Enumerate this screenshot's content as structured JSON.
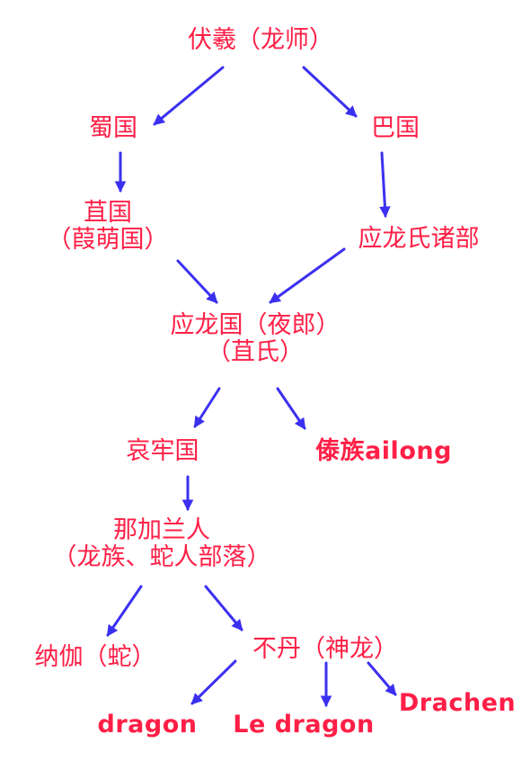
{
  "colors": {
    "text": "#ff1f46",
    "arrow": "#3b30f0",
    "background": "#ffffff"
  },
  "nodes": {
    "fuxi": {
      "line1": "伏羲（龙师）"
    },
    "shu": {
      "line1": "蜀国"
    },
    "ba": {
      "line1": "巴国"
    },
    "ju": {
      "line1": "苴国",
      "line2": "（葭萌国）"
    },
    "yinglong_clans": {
      "line1": "应龙氏诸部"
    },
    "yinglong_kingdom": {
      "line1": "应龙国（夜郎）",
      "line2": "（苴氏）"
    },
    "ailao": {
      "line1": "哀牢国"
    },
    "dai": {
      "line1": "傣族ailong"
    },
    "naga_people": {
      "line1": "那加兰人",
      "line2": "（龙族、蛇人部落）"
    },
    "naga": {
      "line1": "纳伽（蛇）"
    },
    "budan": {
      "line1": "不丹（神龙）"
    },
    "dragon_en": {
      "line1": "dragon"
    },
    "dragon_fr": {
      "line1": "Le dragon"
    },
    "drachen_de": {
      "line1": "Drachen"
    }
  },
  "edges": [
    {
      "from": "fuxi",
      "to": "shu"
    },
    {
      "from": "fuxi",
      "to": "ba"
    },
    {
      "from": "shu",
      "to": "ju"
    },
    {
      "from": "ba",
      "to": "yinglong_clans"
    },
    {
      "from": "ju",
      "to": "yinglong_kingdom"
    },
    {
      "from": "yinglong_clans",
      "to": "yinglong_kingdom"
    },
    {
      "from": "yinglong_kingdom",
      "to": "ailao"
    },
    {
      "from": "yinglong_kingdom",
      "to": "dai"
    },
    {
      "from": "ailao",
      "to": "naga_people"
    },
    {
      "from": "naga_people",
      "to": "naga"
    },
    {
      "from": "naga_people",
      "to": "budan"
    },
    {
      "from": "budan",
      "to": "dragon_en"
    },
    {
      "from": "budan",
      "to": "dragon_fr"
    },
    {
      "from": "budan",
      "to": "drachen_de"
    }
  ]
}
